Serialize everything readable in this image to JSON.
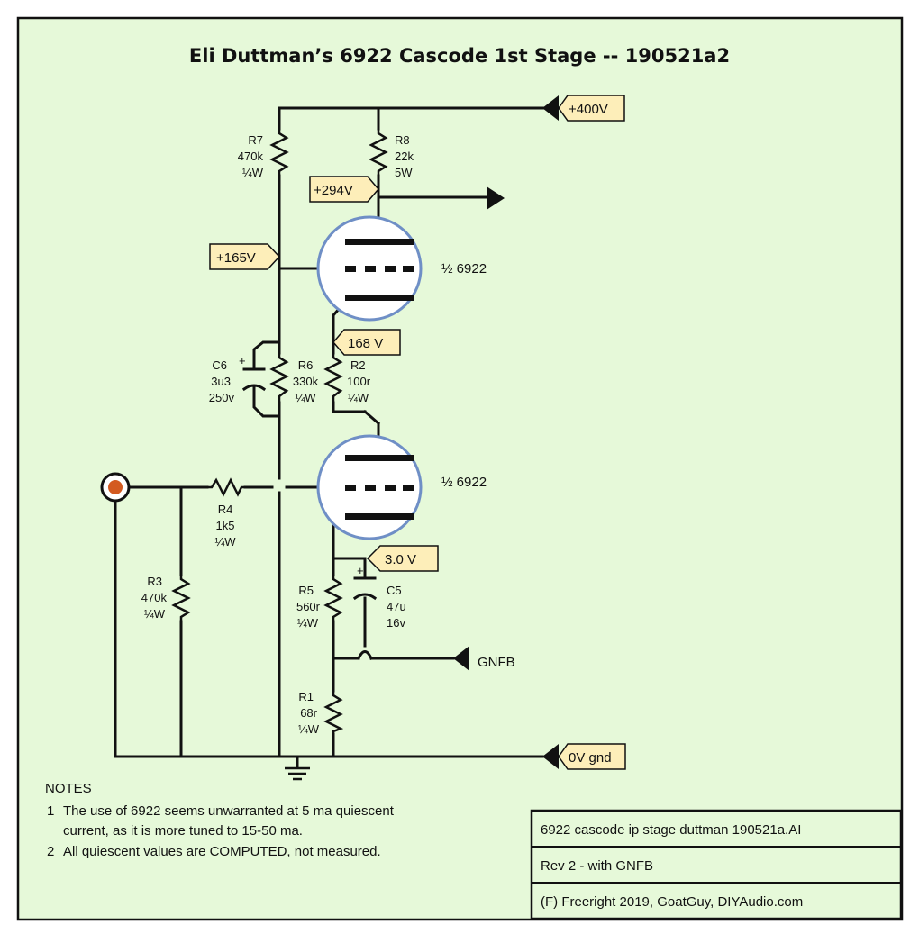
{
  "title": "Eli Duttman’s 6922 Cascode 1st Stage -- 190521a2",
  "colors": {
    "background": "#e6f9d9",
    "tag_fill": "#fdeeb9",
    "tube_outline": "#6f8fc6",
    "input_jack": "#d35a20",
    "wire": "#111111"
  },
  "voltage_tags": {
    "b_plus": "+400V",
    "upper_plate": "+294V",
    "upper_grid": "+165V",
    "mid_node": "168 V",
    "cathode": "3.0 V",
    "ground": "0V gnd"
  },
  "gnfb_label": "GNFB",
  "tubes": {
    "upper": "½ 6922",
    "lower": "½ 6922"
  },
  "components": {
    "R7": {
      "ref": "R7",
      "value": "470k",
      "rating": "¼W"
    },
    "R8": {
      "ref": "R8",
      "value": "22k",
      "rating": "5W"
    },
    "R6": {
      "ref": "R6",
      "value": "330k",
      "rating": "¼W"
    },
    "R2": {
      "ref": "R2",
      "value": "100r",
      "rating": "¼W"
    },
    "C6": {
      "ref": "C6",
      "value": "3u3",
      "rating": "250v"
    },
    "R4": {
      "ref": "R4",
      "value": "1k5",
      "rating": "¼W"
    },
    "R3": {
      "ref": "R3",
      "value": "470k",
      "rating": "¼W"
    },
    "R5": {
      "ref": "R5",
      "value": "560r",
      "rating": "¼W"
    },
    "C5": {
      "ref": "C5",
      "value": "47u",
      "rating": "16v"
    },
    "R1": {
      "ref": "R1",
      "value": "68r",
      "rating": "¼W"
    },
    "cap_plus": "+"
  },
  "notes": {
    "heading": "NOTES",
    "items": [
      {
        "num": "1",
        "lines": [
          "The use of 6922 seems unwarranted at 5 ma quiescent",
          "current, as it is more tuned to 15-50 ma."
        ]
      },
      {
        "num": "2",
        "lines": [
          "All quiescent values are COMPUTED, not measured."
        ]
      }
    ]
  },
  "title_block": {
    "file": "6922 cascode ip stage duttman 190521a.AI",
    "rev": "Rev 2 - with GNFB",
    "credit": "(F) Freeright 2019, GoatGuy,  DIYAudio.com"
  }
}
